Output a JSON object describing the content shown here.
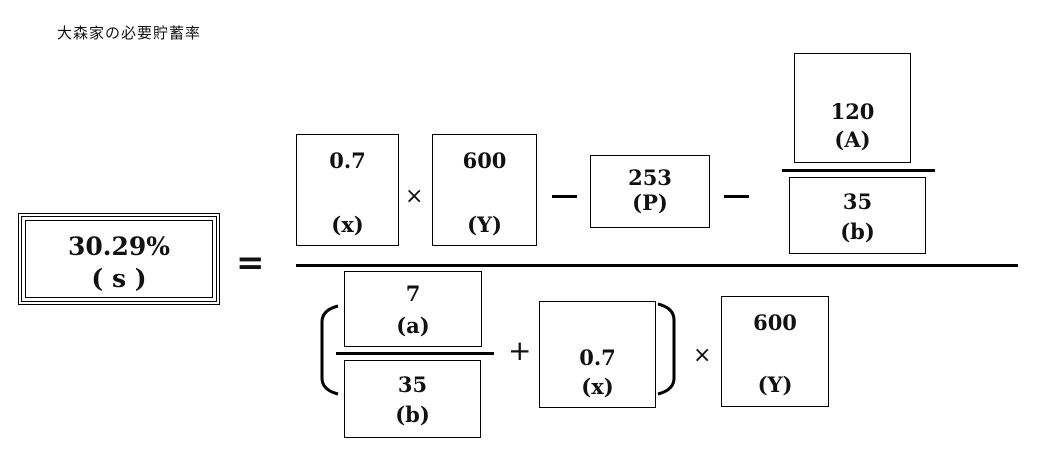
{
  "title": "大森家の必要貯蓄率",
  "result": {
    "value": "30.29%",
    "label": "( s )"
  },
  "equals": "=",
  "numerator": {
    "x": {
      "value": "0.7",
      "label": "(x)"
    },
    "times": "×",
    "Y": {
      "value": "600",
      "label": "(Y)"
    },
    "minus1": "−",
    "P": {
      "value": "253",
      "label": "(P)"
    },
    "minus2": "−",
    "A": {
      "value": "120",
      "label": "(A)"
    },
    "b": {
      "value": "35",
      "label": "(b)"
    }
  },
  "denominator": {
    "a": {
      "value": "7",
      "label": "(a)"
    },
    "b": {
      "value": "35",
      "label": "(b)"
    },
    "plus": "+",
    "x": {
      "value": "0.7",
      "label": "(x)"
    },
    "times": "×",
    "Y": {
      "value": "600",
      "label": "(Y)"
    }
  }
}
